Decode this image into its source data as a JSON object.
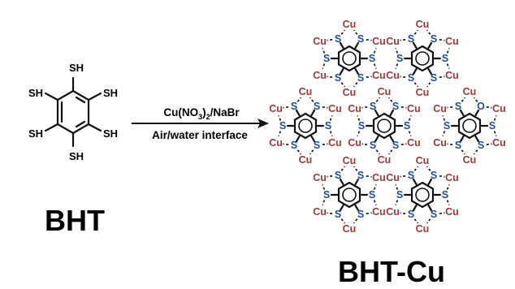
{
  "reactant": {
    "name": "BHT",
    "substituent": "SH"
  },
  "reaction": {
    "reagent_parts": [
      "Cu(NO",
      "3",
      ")",
      "2",
      "/NaBr"
    ],
    "condition": "Air/water interface"
  },
  "product": {
    "name": "BHT-Cu",
    "sulfur_label": "S",
    "copper_label": "Cu",
    "oxygen_label": "O"
  },
  "colors": {
    "bond": "#111111",
    "sulfur": "#1f4e99",
    "copper": "#9b3a3a",
    "text": "#000000"
  }
}
